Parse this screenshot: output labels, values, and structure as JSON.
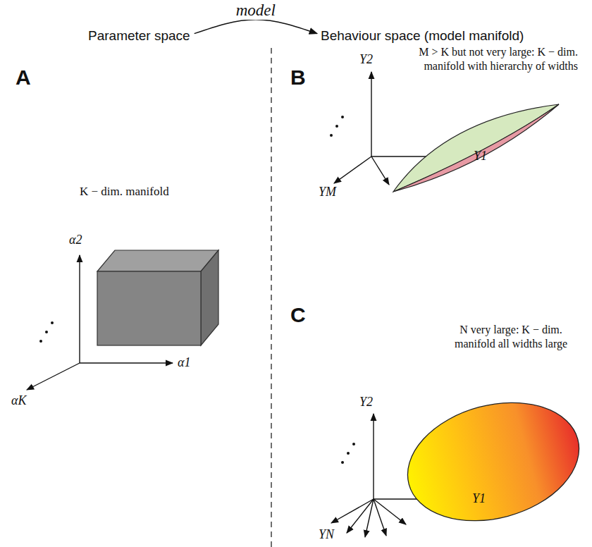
{
  "diagram": {
    "nodes": [
      {
        "text": [
          "Parameter space"
        ]
      },
      {
        "text": [
          "Behaviour space (model manifold)"
        ]
      }
    ],
    "edges": [
      {
        "from": 0,
        "to": 1,
        "label": "model",
        "arrow": "to"
      }
    ],
    "labels": [
      "A",
      "K − dim. manifold",
      "α2",
      "α1",
      "αK",
      "B",
      "M > K but not very large: K − dim. manifold with hierarchy of widths",
      "Y2",
      "Y1",
      "YM",
      "C",
      "N very large: K − dim. manifold all widths large",
      "Y2",
      "Y1",
      "YN"
    ]
  }
}
